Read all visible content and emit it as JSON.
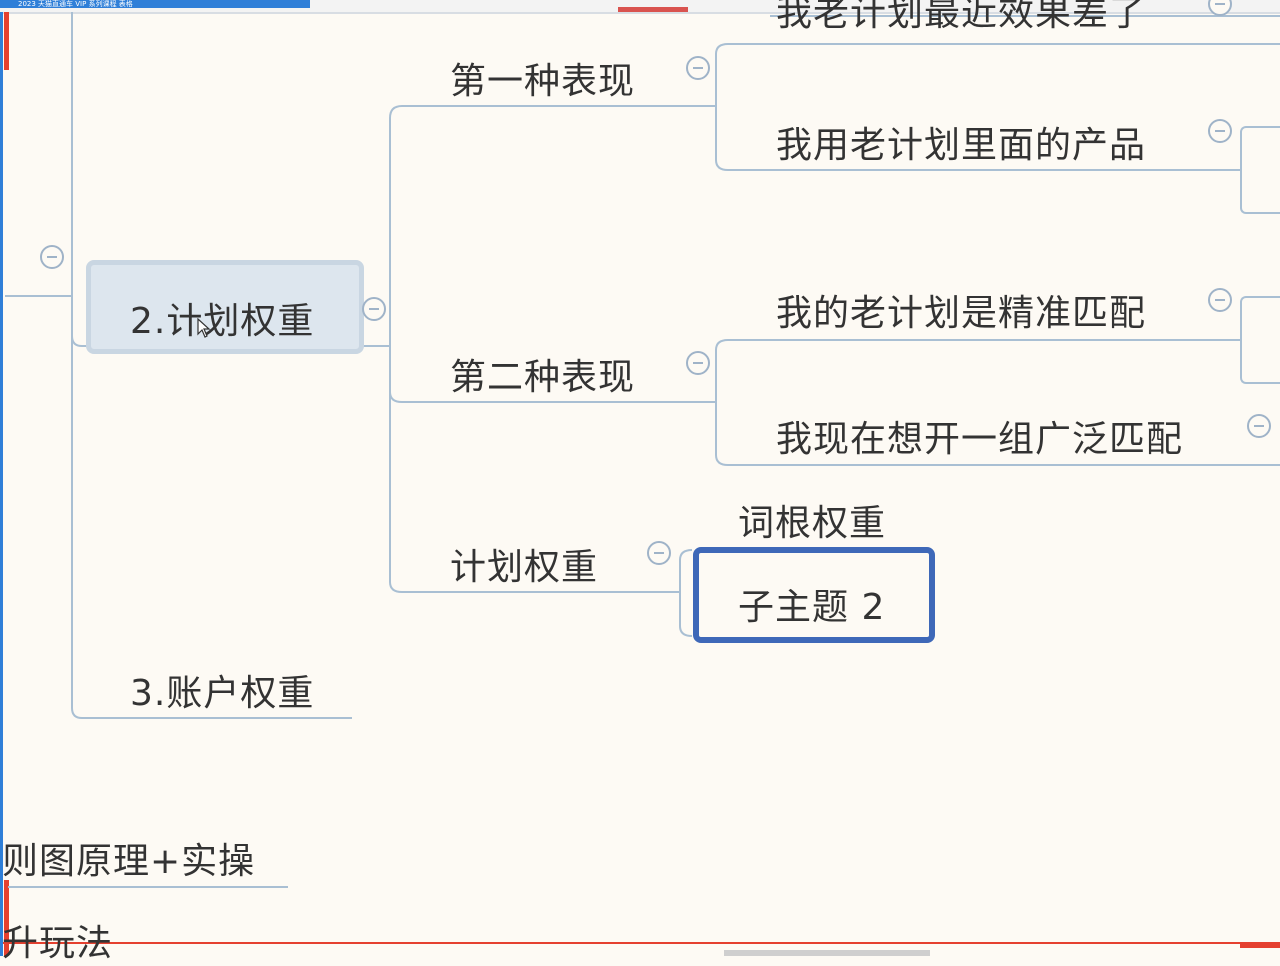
{
  "window": {
    "tab_title": "2023 天猫直通车 VIP 系列课程 表格"
  },
  "mindmap": {
    "top_cut": "我老计划最近效果差了",
    "central": "2.计划权重",
    "sibling_next": "3.账户权重",
    "lower_left_1": "则图原理+实操",
    "lower_left_2": "升玩法",
    "branches": {
      "b1": "第一种表现",
      "b1_children": [
        "我用老计划里面的产品"
      ],
      "b2": "第二种表现",
      "b2_children": [
        "我的老计划是精准匹配",
        "我现在想开一组广泛匹配"
      ],
      "b3": "计划权重",
      "b3_children": [
        "词根权重",
        "子主题 2"
      ]
    }
  },
  "colors": {
    "line": "#a9bfd3",
    "selected_border": "#3e68b8",
    "central_fill": "#dde6ee",
    "recording_border": "#e5402f"
  },
  "icons": [
    "collapse-icon",
    "mouse-cursor-icon"
  ]
}
